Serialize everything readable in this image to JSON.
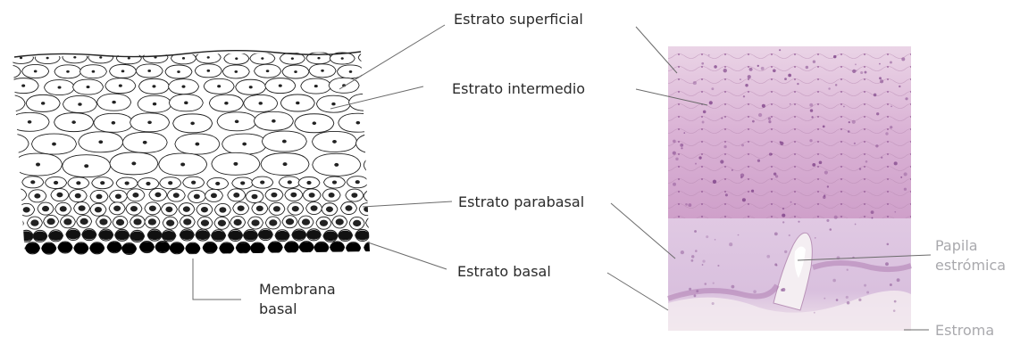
{
  "labels": {
    "estrato_superficial": "Estrato superficial",
    "estrato_intermedio": "Estrato intermedio",
    "estrato_parabasal": "Estrato parabasal",
    "estrato_basal": "Estrato basal",
    "membrana_basal_line1": "Membrana",
    "membrana_basal_line2": "basal",
    "papila_line1": "Papila",
    "papila_line2": "estrómica",
    "estroma": "Estroma"
  },
  "colors": {
    "label_dark": "#2a2a2a",
    "label_light": "#a9a9ad",
    "leader_line": "#6b6b6b",
    "micrograph_upper": "#d7aed3",
    "micrograph_lower": "#e3cde6",
    "stroma": "#efe3ea",
    "nucleus": "#7b3f86"
  }
}
